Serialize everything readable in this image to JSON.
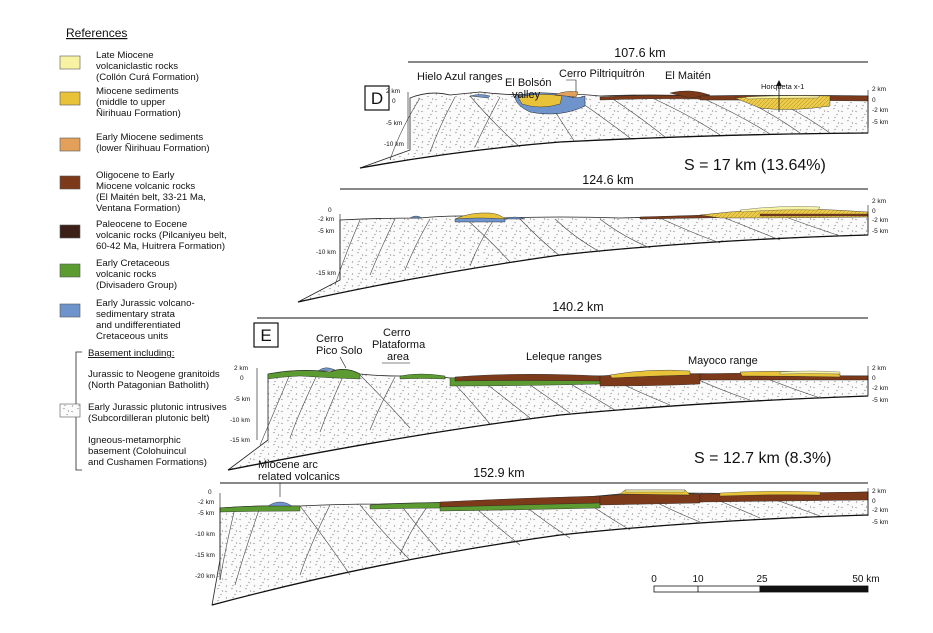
{
  "references": {
    "title": "References",
    "items": [
      {
        "color": "#f8f3a4",
        "lines": [
          "Late Miocene",
          "volcaniclastic rocks",
          "(Collón Curá Formation)"
        ]
      },
      {
        "color": "#e8c33a",
        "lines": [
          "Miocene sediments",
          "(middle to upper",
          "Ñirihuau Formation)"
        ]
      },
      {
        "color": "#e2a05a",
        "lines": [
          "Early Miocene sediments",
          "(lower Ñirihuau Formation)"
        ]
      },
      {
        "color": "#7c3a1a",
        "lines": [
          "Oligocene to Early",
          "Miocene volcanic rocks",
          "(El Maitén belt, 33-21 Ma,",
          "Ventana Formation)"
        ]
      },
      {
        "color": "#3c2018",
        "lines": [
          "Paleocene to Eocene",
          "volcanic rocks (Pilcaniyeu belt,",
          "60-42 Ma, Huitrera Formation)"
        ]
      },
      {
        "color": "#5c9a32",
        "lines": [
          "Early Cretaceous",
          "volcanic rocks",
          "(Divisadero Group)"
        ]
      },
      {
        "color": "#6f94cc",
        "lines": [
          "Early Jurassic volcano-",
          "sedimentary strata",
          "and undifferentiated",
          "Cretaceous units"
        ]
      }
    ],
    "basement": {
      "title": "Basement including:",
      "lines": [
        "Jurassic to Neogene granitoids",
        "(North Patagonian Batholith)",
        "",
        "Early Jurassic plutonic intrusives",
        "(Subcordilleran plutonic belt)",
        "",
        "Igneous-metamorphic",
        "basement (Colohuincul",
        "and Cushamen Formations)"
      ]
    }
  },
  "sectionD": {
    "panel": "D",
    "restored_length": "107.6 km",
    "present_length": "124.6 km",
    "strain": "S = 17 km (13.64%)",
    "labels": {
      "hielo_azul": "Hielo Azul ranges",
      "el_bolson": [
        "El Bolsón",
        "valley"
      ],
      "cerro_piltri": "Cerro Piltriquitrón",
      "el_maiten": "El Maitén",
      "horqueta": "Horqueta x-1"
    },
    "ticks_restored_left": [
      "2 km",
      "0",
      "-5 km",
      "-10 km"
    ],
    "ticks_restored_right": [
      "2 km",
      "0",
      "-2 km",
      "-5 km"
    ],
    "ticks_present_left": [
      "0",
      "-2 km",
      "-5 km",
      "-10 km",
      "-15 km"
    ],
    "ticks_present_right": [
      "2 km",
      "0",
      "-2 km",
      "-5 km"
    ]
  },
  "sectionE": {
    "panel": "E",
    "restored_length": "140.2 km",
    "present_length": "152.9 km",
    "strain": "S = 12.7 km (8.3%)",
    "labels": {
      "pico_solo": [
        "Cerro",
        "Pico Solo"
      ],
      "plataforma": [
        "Cerro",
        "Plataforma",
        "area"
      ],
      "leleque": "Leleque ranges",
      "mayoco": "Mayoco range",
      "miocene_arc": [
        "Miocene arc",
        "related volcanics"
      ]
    },
    "ticks_restored_left": [
      "2 km",
      "0",
      "-5 km",
      "-10 km",
      "-15 km"
    ],
    "ticks_restored_right": [
      "2 km",
      "0",
      "-2 km",
      "-5 km"
    ],
    "ticks_present_left": [
      "0",
      "-2 km",
      "-5 km",
      "-10 km",
      "-15 km",
      "-20 km"
    ],
    "ticks_present_right": [
      "2 km",
      "0",
      "-2 km",
      "-5 km"
    ]
  },
  "scale_bar": {
    "labels": [
      "0",
      "10",
      "25",
      "50 km"
    ]
  }
}
